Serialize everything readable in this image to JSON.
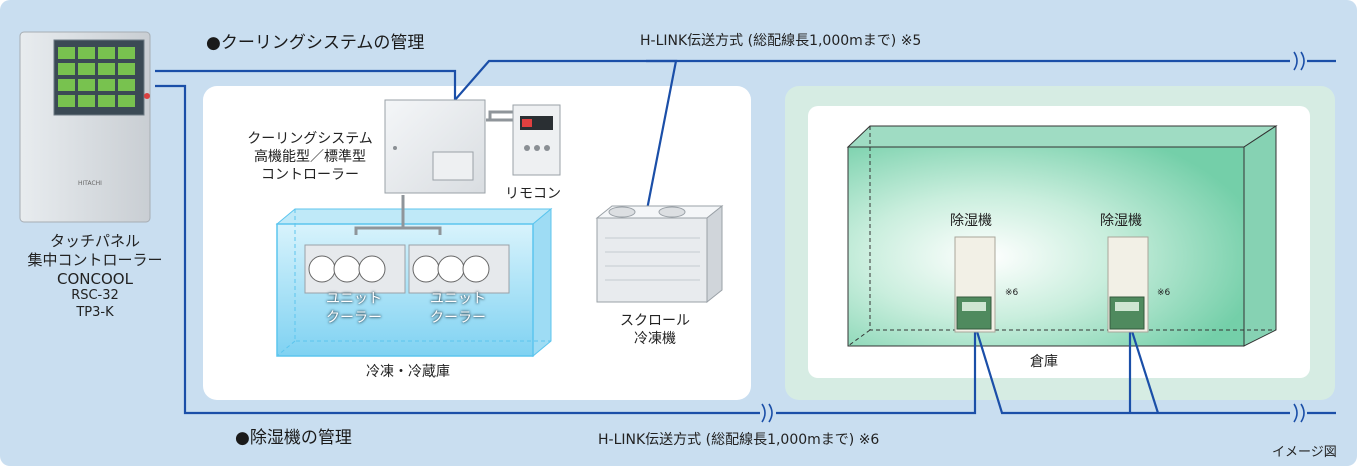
{
  "colors": {
    "background": "#c9def0",
    "line": "#1b4fa8",
    "warehouse_green": "#6fcfaa",
    "freezer_blue": "#8fd8f5"
  },
  "headings": {
    "cooling": "●クーリングシステムの管理",
    "dehumidifier": "●除湿機の管理"
  },
  "hlink": {
    "top": "H-LINK伝送方式 (総配線長1,000mまで) ※5",
    "bottom": "H-LINK伝送方式 (総配線長1,000mまで) ※6"
  },
  "touch_panel": {
    "line1": "タッチパネル",
    "line2": "集中コントローラー",
    "line3": "CONCOOL",
    "model1": "RSC-32",
    "model2": "TP3-K",
    "brand": "HITACHI"
  },
  "cooling_controller": {
    "line1": "クーリングシステム",
    "line2": "高機能型／標準型",
    "line3": "コントローラー"
  },
  "remote": "リモコン",
  "unit_cooler": {
    "line1": "ユニット",
    "line2": "クーラー"
  },
  "freezer_room": "冷凍・冷蔵庫",
  "scroll_chiller": {
    "line1": "スクロール",
    "line2": "冷凍機"
  },
  "dehumidifier": "除湿機",
  "note6": "※6",
  "warehouse": "倉庫",
  "image_note": "イメージ図"
}
